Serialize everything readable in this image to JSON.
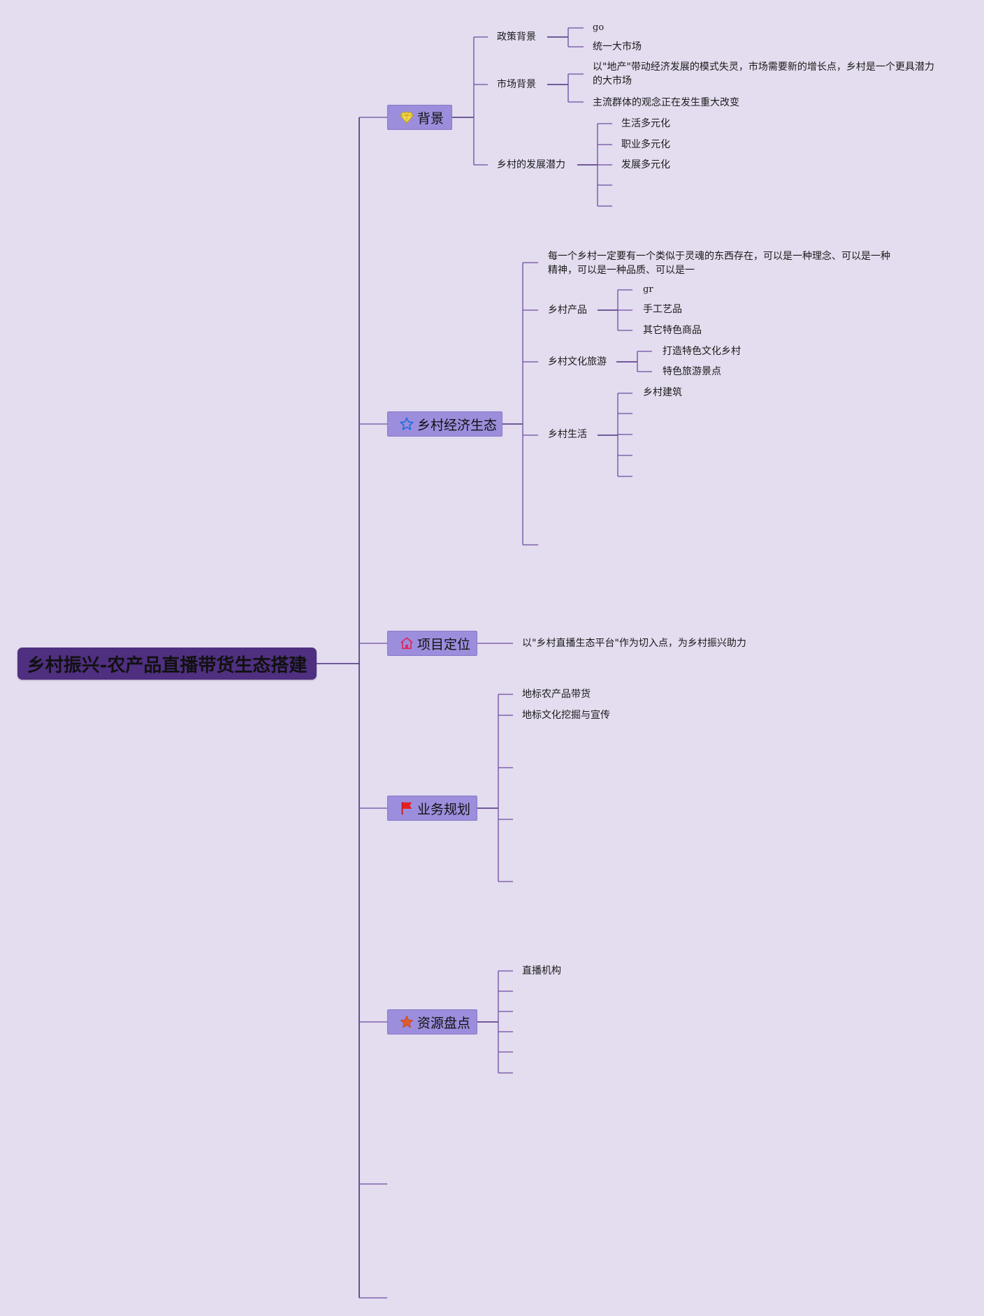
{
  "root": {
    "label": "乡村振兴-农产品直播带货生态搭建"
  },
  "branches": {
    "background": {
      "label": "背景",
      "icon": "diamond-icon",
      "policy": {
        "label": "政策背景",
        "items": [
          "go",
          "统一大市场"
        ]
      },
      "market": {
        "label": "市场背景",
        "items": [
          "以\"地产\"带动经济发展的模式失灵，市场需要新的增长点，乡村是一个更具潜力的大市场",
          "主流群体的观念正在发生重大改变"
        ]
      },
      "potential": {
        "label": "乡村的发展潜力",
        "items": [
          "生活多元化",
          "职业多元化",
          "发展多元化"
        ]
      }
    },
    "ecology": {
      "label": "乡村经济生态",
      "icon": "star-outline-icon",
      "soul": "每一个乡村一定要有一个类似于灵魂的东西存在，可以是一种理念、可以是一种精神，可以是一种品质、可以是一",
      "products": {
        "label": "乡村产品",
        "items": [
          "gr",
          "手工艺品",
          "其它特色商品"
        ]
      },
      "tourism": {
        "label": "乡村文化旅游",
        "items": [
          "打造特色文化乡村",
          "特色旅游景点"
        ]
      },
      "life": {
        "label": "乡村生活",
        "items": [
          "乡村建筑"
        ]
      }
    },
    "positioning": {
      "label": "项目定位",
      "icon": "home-icon",
      "text": "以\"乡村直播生态平台\"作为切入点，为乡村振兴助力"
    },
    "planning": {
      "label": "业务规划",
      "icon": "flag-icon",
      "items": [
        "地标农产品带货",
        "地标文化挖掘与宣传"
      ]
    },
    "resources": {
      "label": "资源盘点",
      "icon": "star-filled-icon",
      "items": [
        "直播机构"
      ]
    }
  },
  "colors": {
    "background": "#e4dcef",
    "root": "#4f2f80",
    "branch": "#9c8edc",
    "line": "#6a4ea0"
  }
}
